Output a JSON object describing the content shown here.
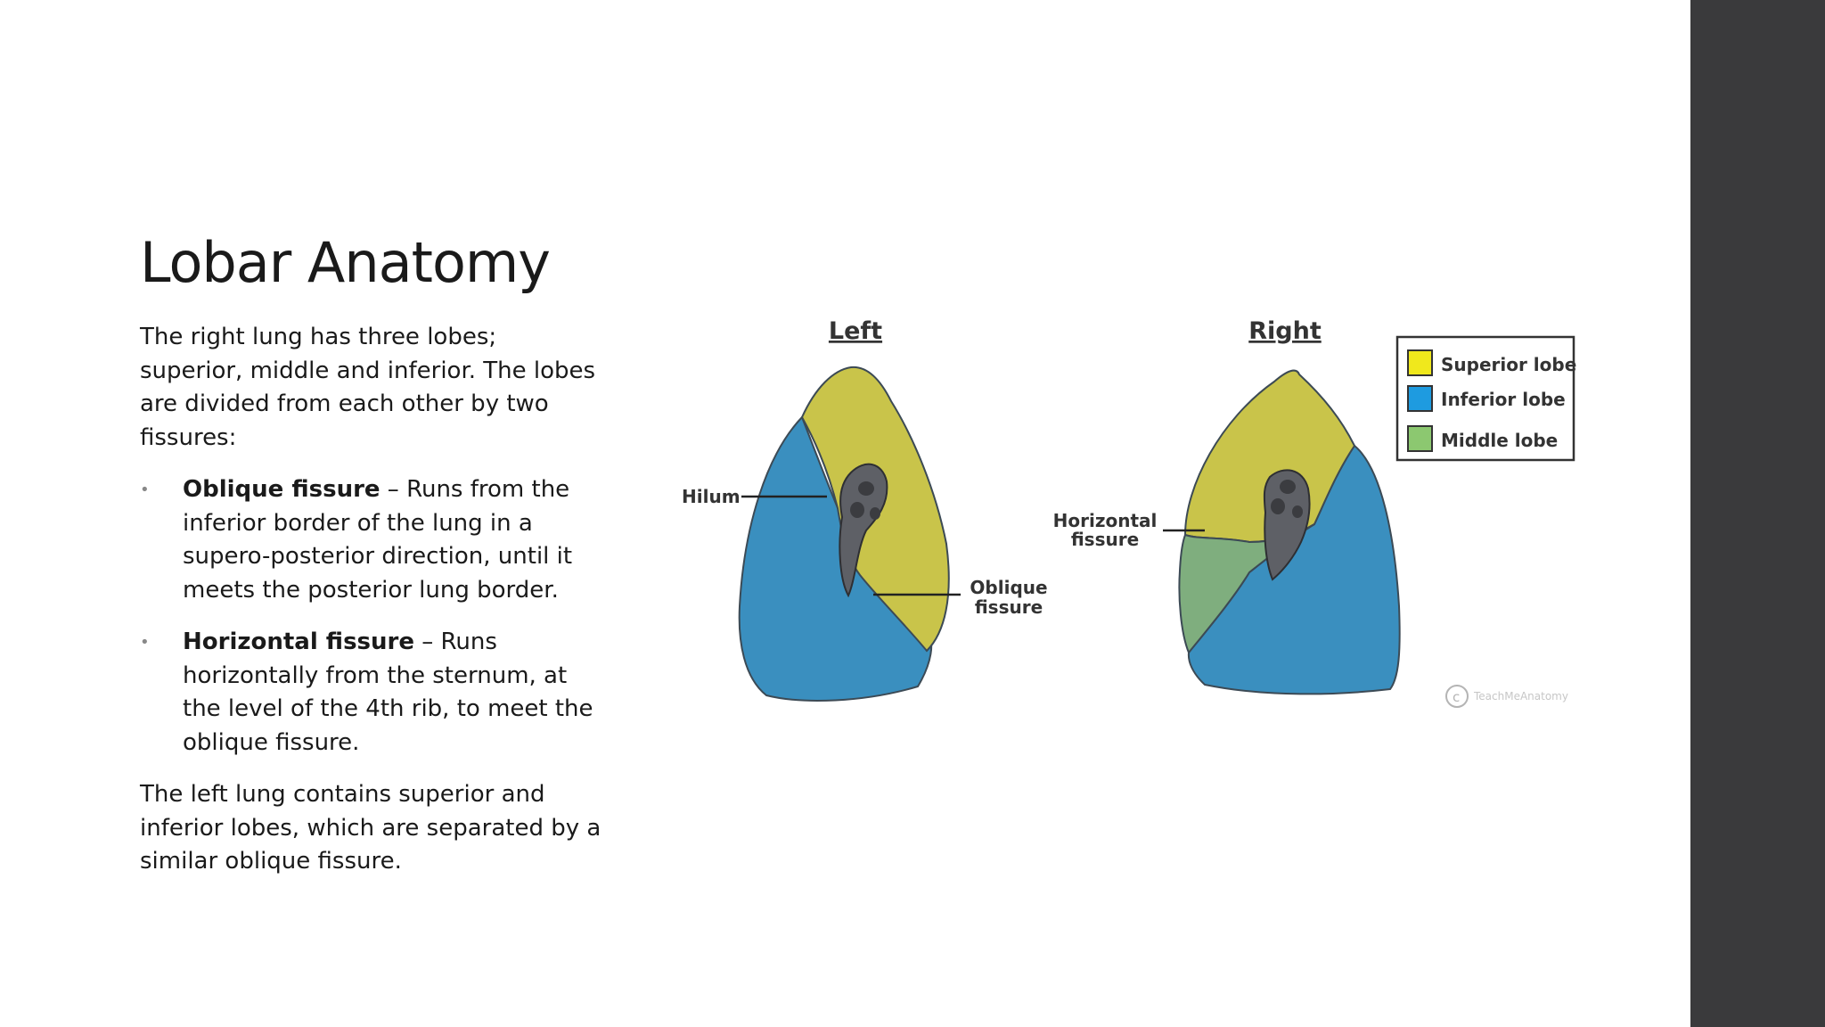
{
  "slide": {
    "title": "Lobar Anatomy",
    "intro": "The right lung has three lobes; superior, middle and inferior. The lobes are divided from each other by two fissures:",
    "bullets": [
      {
        "term": "Oblique fissure",
        "text": " – Runs from the inferior border of the lung in a supero-posterior direction, until it meets the posterior lung border."
      },
      {
        "term": "Horizontal fissure",
        "text": " – Runs horizontally from the sternum, at the level of the 4th rib, to meet the oblique fissure."
      }
    ],
    "closing": "The left lung contains superior and inferior lobes, which are separated by a similar oblique fissure."
  },
  "figure": {
    "left_heading": "Left",
    "right_heading": "Right",
    "labels": {
      "hilum": "Hilum",
      "oblique_1": "Oblique",
      "oblique_2": "fissure",
      "horizontal_1": "Horizontal",
      "horizontal_2": "fissure"
    },
    "legend": [
      {
        "label": "Superior lobe",
        "color": "#f0e81c"
      },
      {
        "label": "Inferior lobe",
        "color": "#1e9be0"
      },
      {
        "label": "Middle lobe",
        "color": "#8cc870"
      }
    ],
    "copyright": "TeachMeAnatomy"
  },
  "colors": {
    "superior_lobe": "#c9c44a",
    "inferior_lobe": "#3a8fbf",
    "middle_lobe": "#7fae7e",
    "hilum": "#5e6066",
    "side_panel": "#3a3a3c"
  }
}
